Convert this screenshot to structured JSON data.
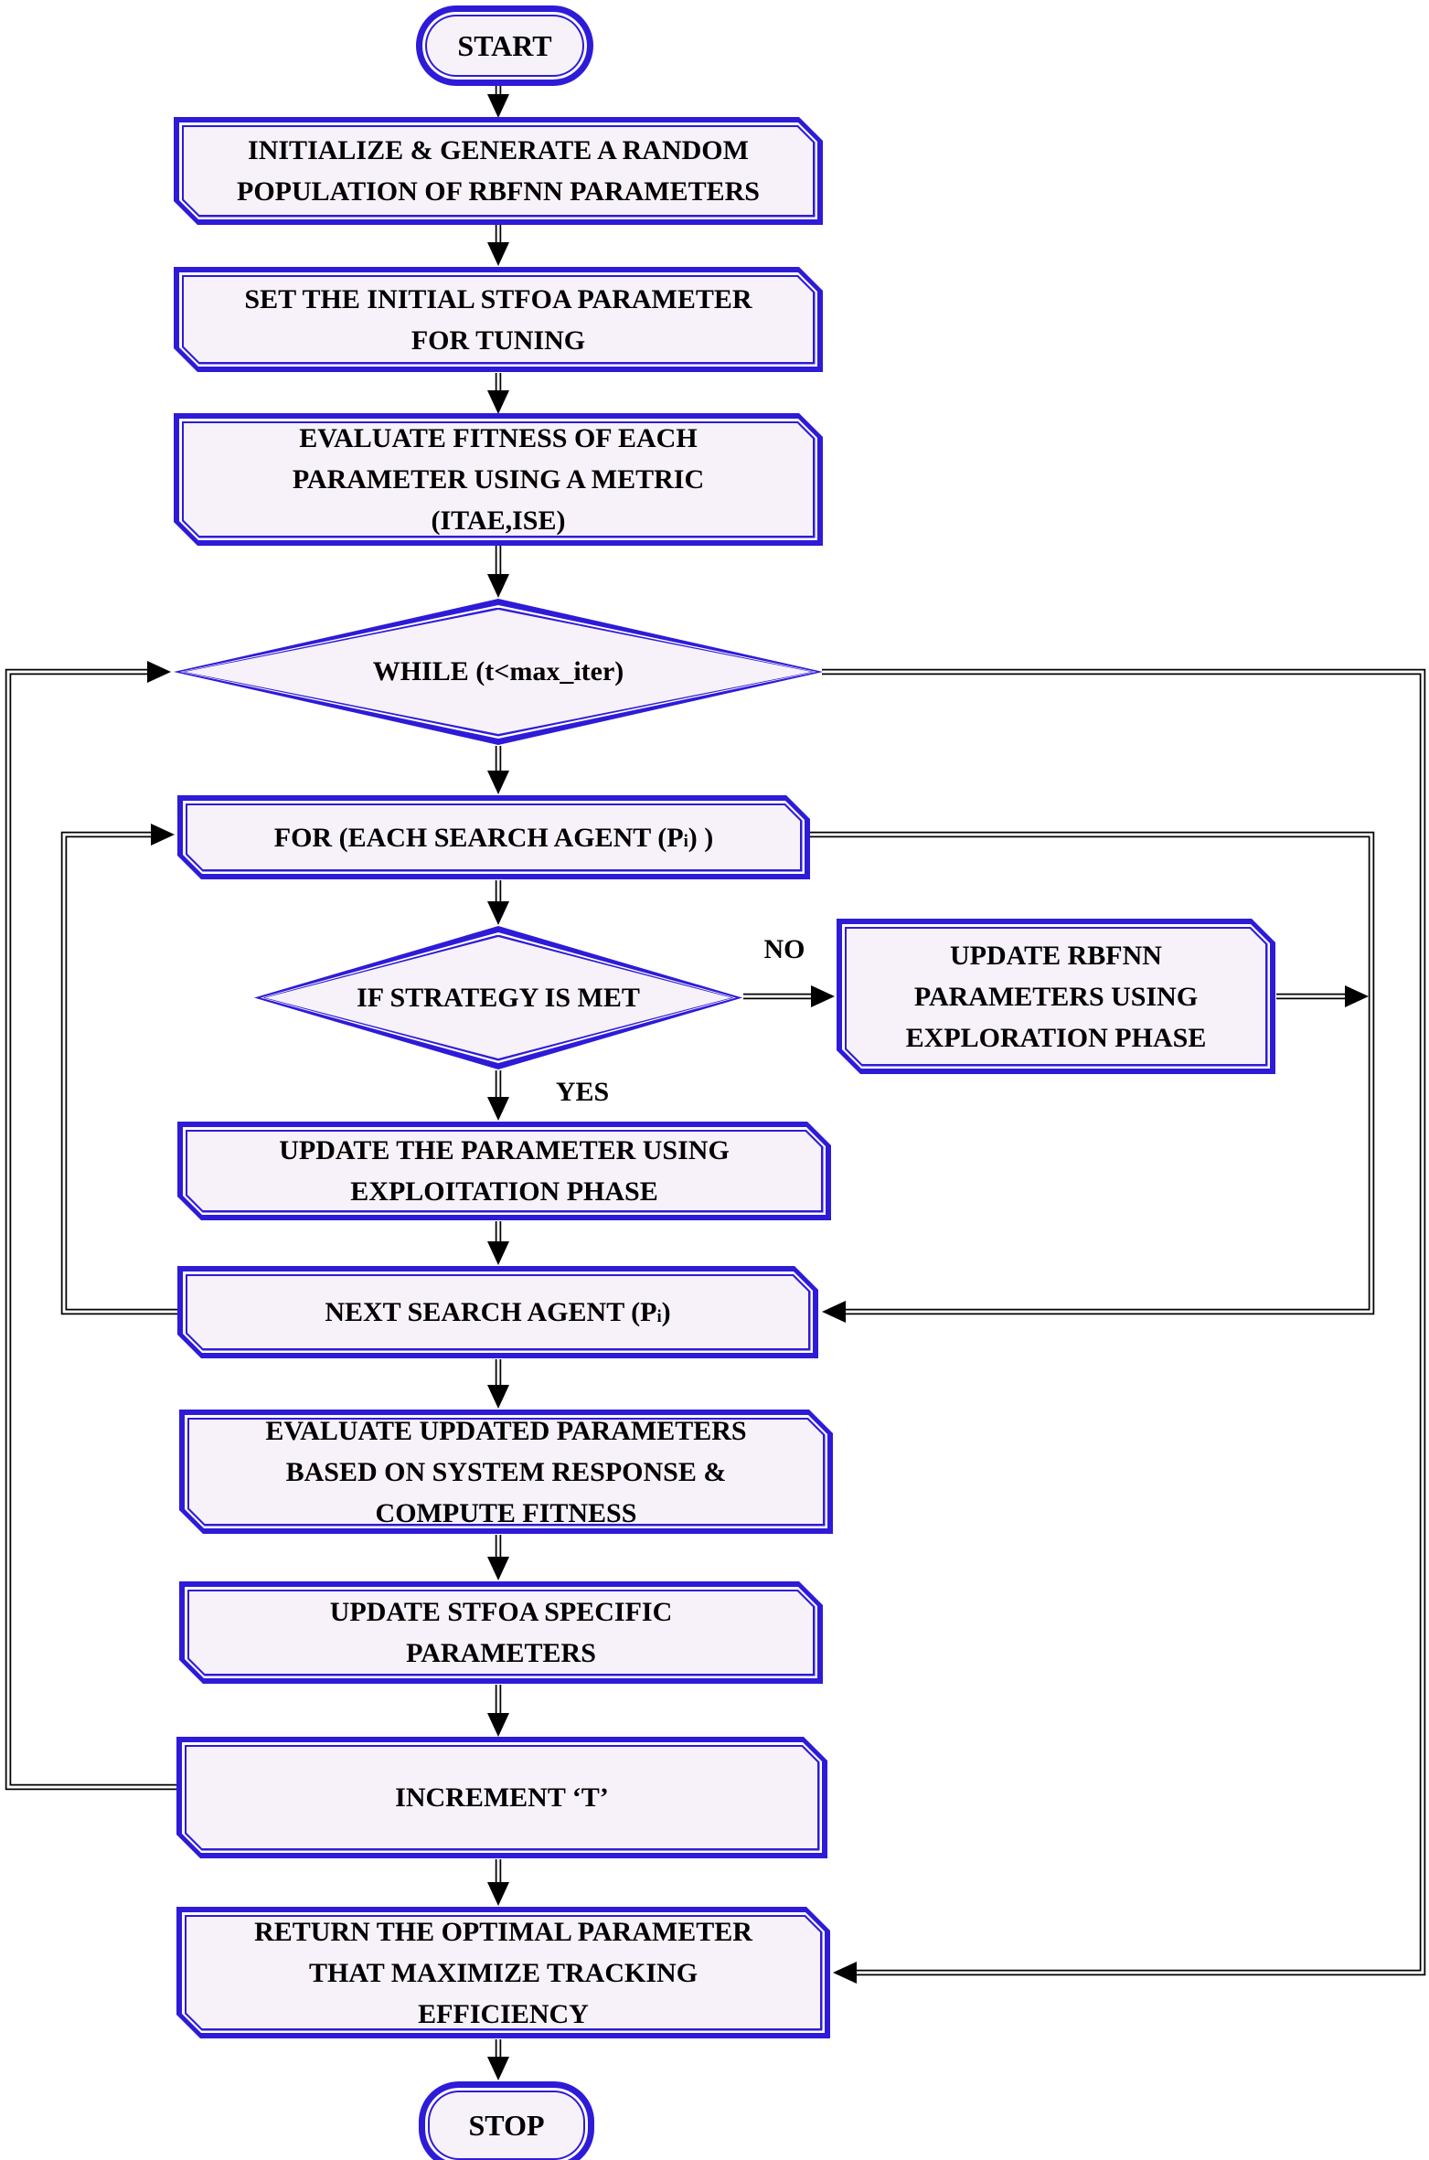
{
  "flowchart": {
    "colors": {
      "node_border": "#2e1bd8",
      "node_fill": "#f7f1f9",
      "connector": "#000000",
      "background": "#ffffff"
    },
    "nodes": {
      "start": {
        "type": "terminator",
        "label": "START"
      },
      "init": {
        "type": "process",
        "label": "INITIALIZE & GENERATE A RANDOM\nPOPULATION OF RBFNN PARAMETERS"
      },
      "set_stfoa": {
        "type": "process",
        "label": "SET THE INITIAL STFOA PARAMETER\nFOR TUNING"
      },
      "eval_fitness": {
        "type": "process",
        "label": "EVALUATE FITNESS OF EACH\nPARAMETER USING A METRIC\n(ITAE,ISE)"
      },
      "while_loop": {
        "type": "decision",
        "label": "WHILE (t<max_iter)"
      },
      "for_each": {
        "type": "process",
        "label_pre": "FOR (EACH SEARCH AGENT (P",
        "label_sub": "i",
        "label_post": ") )"
      },
      "if_strategy": {
        "type": "decision",
        "label": "IF STRATEGY IS MET"
      },
      "exploration": {
        "type": "process",
        "label": "UPDATE RBFNN\nPARAMETERS USING\nEXPLORATION PHASE"
      },
      "exploitation": {
        "type": "process",
        "label": "UPDATE THE PARAMETER USING\nEXPLOITATION PHASE"
      },
      "next_agent": {
        "type": "process",
        "label_pre": "NEXT SEARCH AGENT (P",
        "label_sub": "i",
        "label_post": ")"
      },
      "eval_updated": {
        "type": "process",
        "label": "EVALUATE UPDATED PARAMETERS\nBASED ON SYSTEM RESPONSE &\nCOMPUTE FITNESS"
      },
      "update_stfoa": {
        "type": "process",
        "label": "UPDATE STFOA SPECIFIC\nPARAMETERS"
      },
      "increment_t": {
        "type": "process",
        "label": "INCREMENT ‘T’"
      },
      "return_opt": {
        "type": "process",
        "label": "RETURN THE OPTIMAL PARAMETER\nTHAT MAXIMIZE TRACKING\nEFFICIENCY"
      },
      "stop": {
        "type": "terminator",
        "label": "STOP"
      }
    },
    "edge_labels": {
      "no": "NO",
      "yes": "YES"
    }
  }
}
